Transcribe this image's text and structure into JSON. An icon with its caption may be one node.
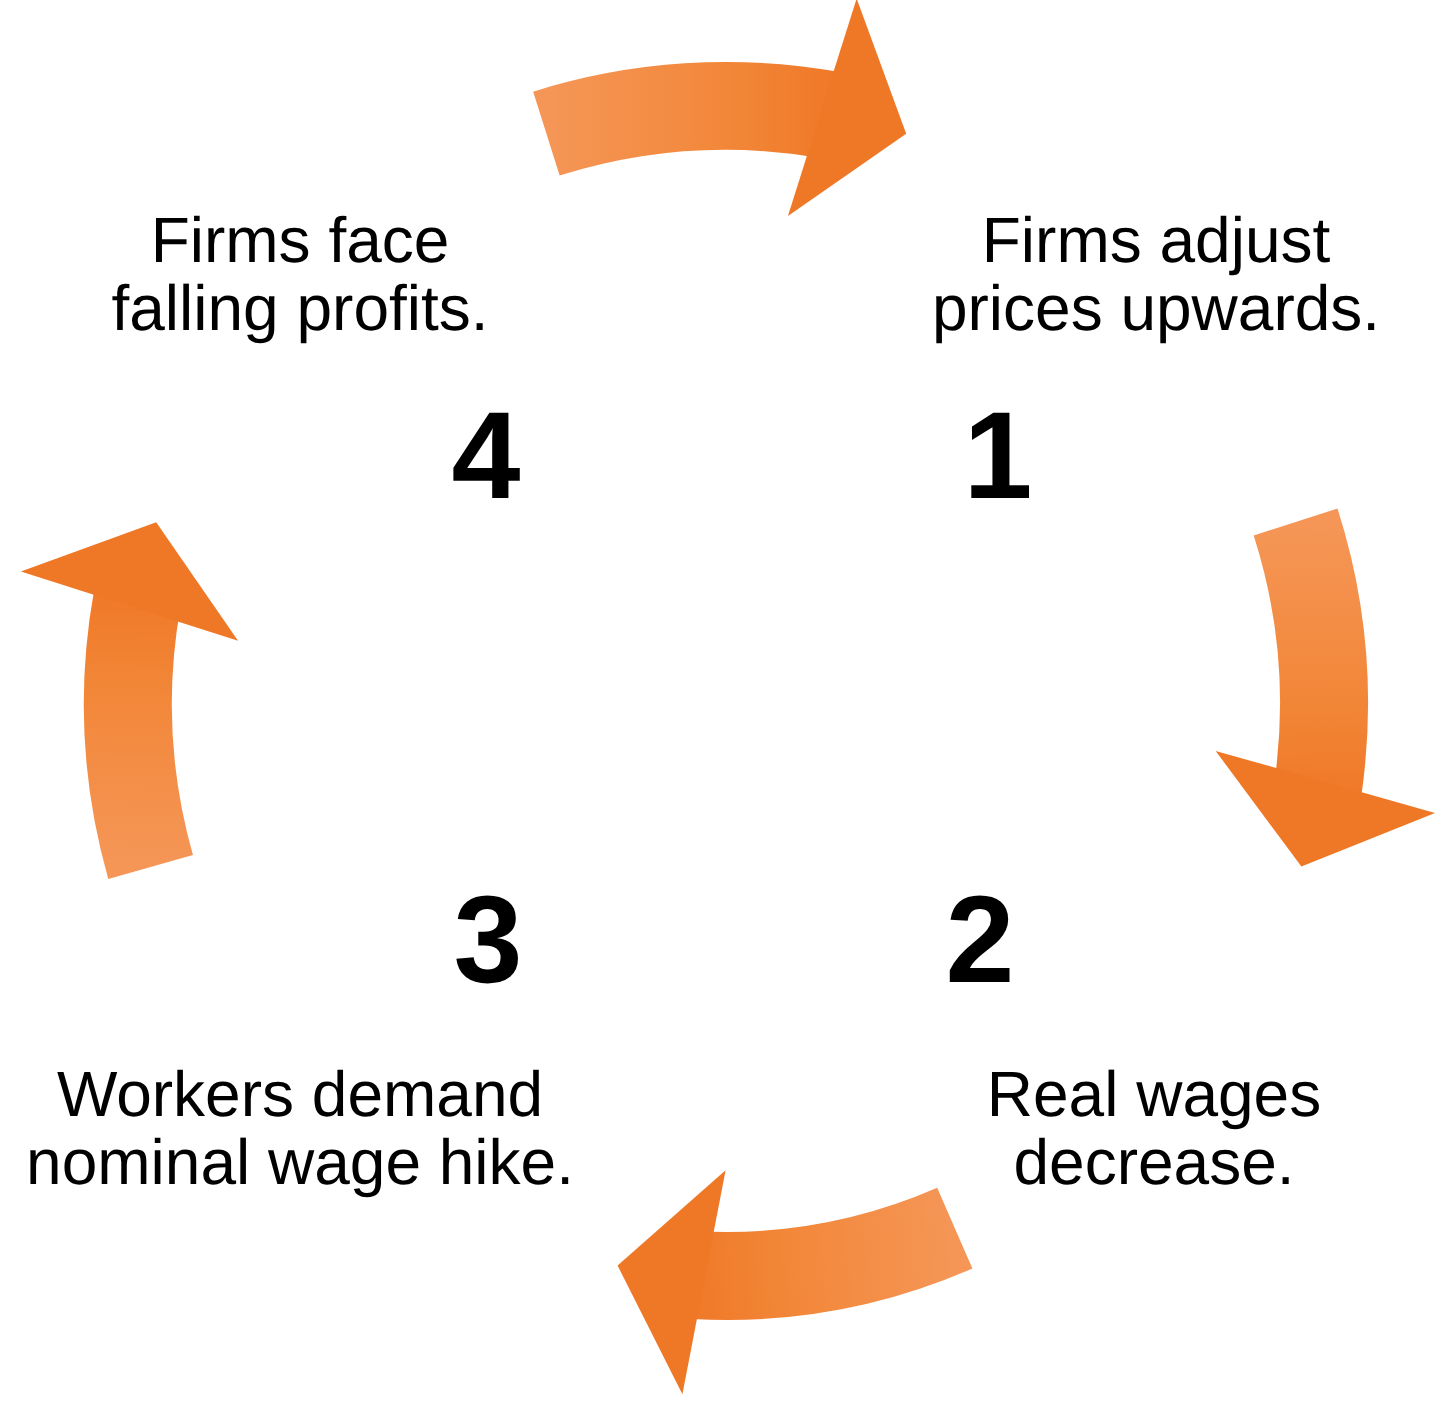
{
  "diagram": {
    "nodes": [
      {
        "text": [
          "Firms face falling profits.",
          "4"
        ]
      },
      {
        "text": [
          "Firms adjust prices upwards.",
          "1"
        ]
      },
      {
        "text": [
          "3",
          "Workers demand nominal wage hike."
        ]
      },
      {
        "text": [
          "2",
          "Real wages decrease."
        ]
      }
    ],
    "edges": [
      {
        "from": 0,
        "to": 1,
        "arrow": "to"
      },
      {
        "from": 1,
        "to": 3,
        "arrow": "to"
      },
      {
        "from": 3,
        "to": 2,
        "arrow": "to"
      },
      {
        "from": 2,
        "to": 0,
        "arrow": "to"
      }
    ]
  }
}
